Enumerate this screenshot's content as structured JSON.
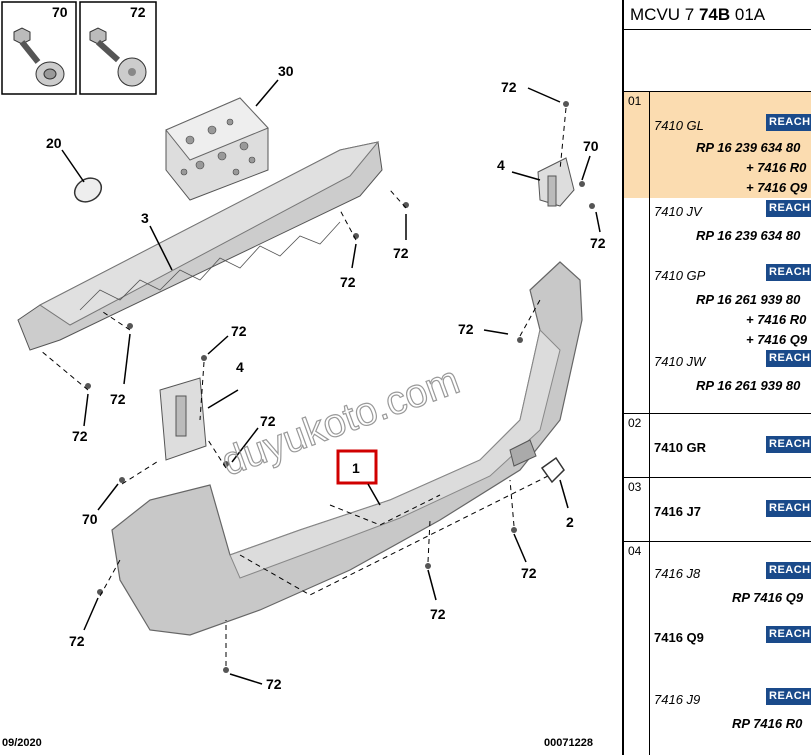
{
  "header": {
    "prefix": "MCVU 7 ",
    "bold": "74B",
    "suffix": " 01A"
  },
  "diagram": {
    "date": "09/2020",
    "plate_number": "00071228",
    "watermark": "duyukoto.com",
    "screw_labels": [
      "70",
      "72"
    ],
    "callouts": {
      "c30": "30",
      "c20": "20",
      "c3": "3",
      "c4a": "4",
      "c4b": "4",
      "c1": "1",
      "c2": "2",
      "c70a": "70",
      "c70b": "70",
      "c72a": "72",
      "c72b": "72",
      "c72c": "72",
      "c72d": "72",
      "c72e": "72",
      "c72f": "72",
      "c72g": "72",
      "c72h": "72",
      "c72i": "72",
      "c72j": "72",
      "c72k": "72",
      "c72l": "72",
      "c72m": "72"
    }
  },
  "panel": {
    "rows": [
      {
        "num": "01",
        "entries": [
          {
            "code": "7410 GL",
            "reach": "REACH",
            "refs": [
              "RP 16 239 634 80",
              "+ 7416 R0",
              "+ 7416 Q9"
            ]
          },
          {
            "code": "7410 JV",
            "reach": "REACH",
            "refs": [
              "RP 16 239 634 80"
            ]
          },
          {
            "code": "7410 GP",
            "reach": "REACH",
            "refs": [
              "RP 16 261 939 80",
              "+ 7416 R0",
              "+ 7416 Q9"
            ]
          },
          {
            "code": "7410 JW",
            "reach": "REACH",
            "refs": [
              "RP 16 261 939 80"
            ]
          }
        ]
      },
      {
        "num": "02",
        "entries": [
          {
            "code": "7410 GR",
            "reach": "REACH",
            "refs": []
          }
        ]
      },
      {
        "num": "03",
        "entries": [
          {
            "code": "7416 J7",
            "reach": "REACH",
            "refs": []
          }
        ]
      },
      {
        "num": "04",
        "entries": [
          {
            "code": "7416 J8",
            "reach": "REACH",
            "refs": [
              "RP 7416 Q9"
            ]
          },
          {
            "code": "7416 Q9",
            "reach": "REACH",
            "refs": []
          },
          {
            "code": "7416 J9",
            "reach": "REACH",
            "refs": [
              "RP 7416 R0"
            ]
          }
        ]
      }
    ]
  }
}
